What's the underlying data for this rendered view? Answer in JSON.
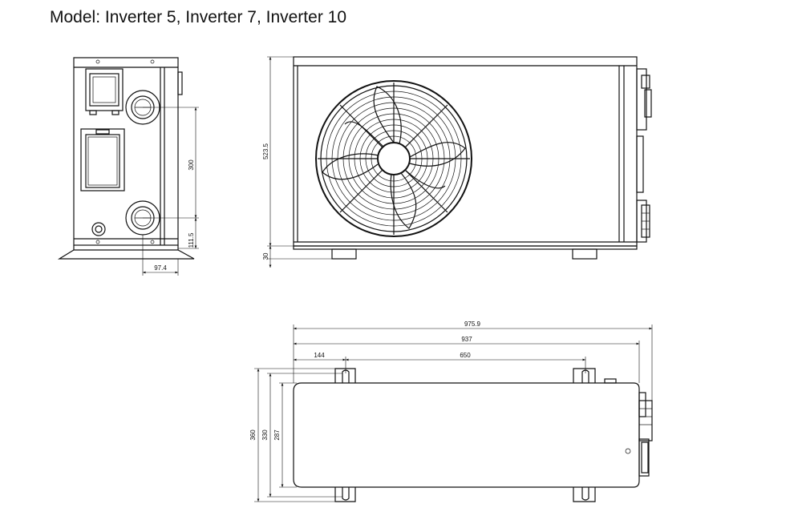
{
  "title": "Model: Inverter 5, Inverter 7, Inverter 10",
  "side_view": {
    "dim_inlet_spacing": "300",
    "dim_outlet_height": "111.5",
    "dim_pipe_offset": "97.4"
  },
  "front_view": {
    "dim_height": "523.5",
    "dim_foot_height": "30"
  },
  "top_view": {
    "dim_overall_length": "975.9",
    "dim_body_length": "937",
    "dim_foot_offset": "144",
    "dim_foot_spacing": "650",
    "dim_overall_depth": "360",
    "dim_foot_depth": "330",
    "dim_body_depth": "287"
  }
}
